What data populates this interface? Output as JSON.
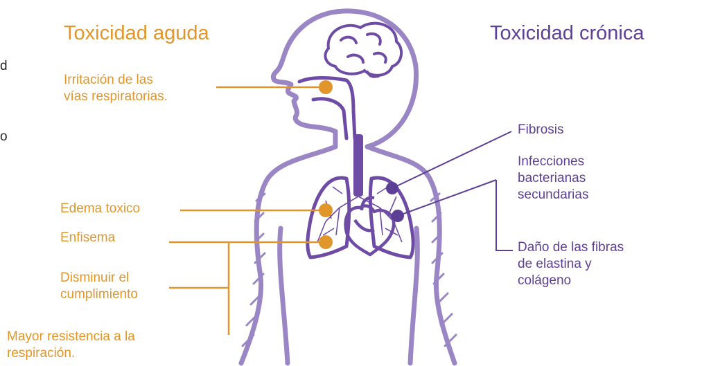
{
  "titles": {
    "acute": "Toxicidad aguda",
    "chronic": "Toxicidad crónica"
  },
  "edge_fragments": [
    "d",
    "o"
  ],
  "acute": {
    "irritation": [
      "Irritación de las",
      "vías respiratorias."
    ],
    "edema": "Edema toxico",
    "emphysema": "Enfisema",
    "compliance": [
      "Disminuir el",
      "cumplimiento"
    ],
    "resistance": [
      "Mayor resistencia a la",
      "respiración."
    ]
  },
  "chronic": {
    "fibrosis": "Fibrosis",
    "infections": [
      "Infecciones",
      "bacterianas",
      "secundarias"
    ],
    "fibers": [
      "Daño de las fibras",
      "de elastina y",
      "colágeno"
    ]
  },
  "colors": {
    "orange": "#E0962A",
    "purple_dark": "#5E3F96",
    "purple_light": "#9B86C5"
  }
}
